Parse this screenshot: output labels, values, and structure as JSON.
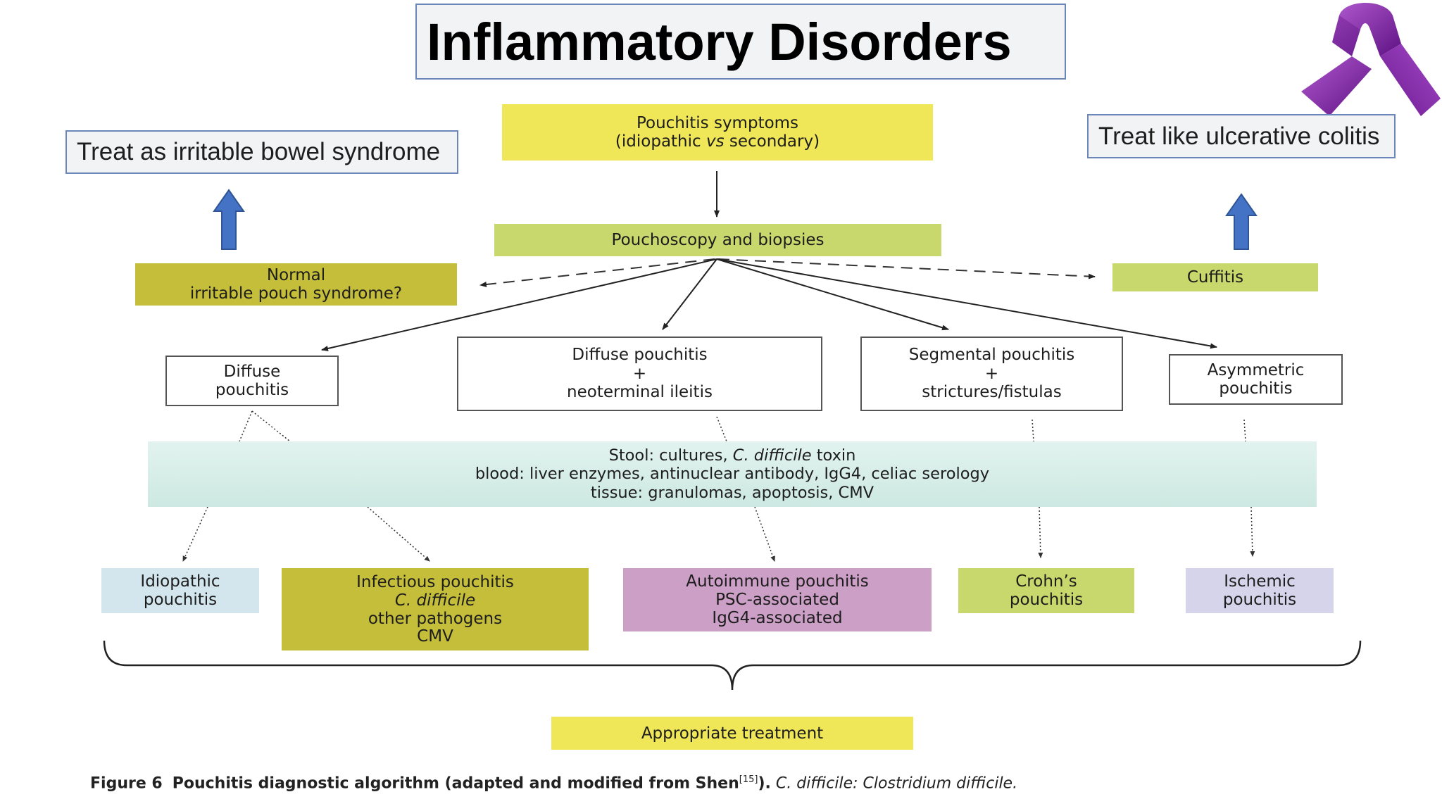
{
  "title": "Inflammatory Disorders",
  "callouts": {
    "left": "Treat as irritable bowel syndrome",
    "right": "Treat like ulcerative colitis"
  },
  "nodes": {
    "symptoms": [
      "Pouchitis symptoms",
      "(idiopathic ",
      "vs",
      " secondary)"
    ],
    "pouchoscopy": "Pouchoscopy and biopsies",
    "normal": [
      "Normal",
      "irritable pouch syndrome?"
    ],
    "cuffitis": "Cuffitis",
    "diffuse": [
      "Diffuse",
      "pouchitis"
    ],
    "diffuse_neo": [
      "Diffuse pouchitis",
      "+",
      "neoterminal ileitis"
    ],
    "segmental": [
      "Segmental pouchitis",
      "+",
      "strictures/fistulas"
    ],
    "asymmetric": [
      "Asymmetric",
      "pouchitis"
    ],
    "tests": {
      "stool_prefix": "Stool: cultures, ",
      "stool_italic": "C. difficile",
      "stool_suffix": " toxin",
      "blood": "blood: liver enzymes, antinuclear antibody, IgG4, celiac serology",
      "tissue": "tissue: granulomas, apoptosis, CMV"
    },
    "idiopathic": [
      "Idiopathic",
      "pouchitis"
    ],
    "infectious": [
      "Infectious pouchitis",
      "C. difficile",
      "other pathogens",
      "CMV"
    ],
    "autoimmune": [
      "Autoimmune pouchitis",
      "PSC-associated",
      "IgG4-associated"
    ],
    "crohns": [
      "Crohn’s",
      "pouchitis"
    ],
    "ischemic": [
      "Ischemic",
      "pouchitis"
    ],
    "treatment": "Appropriate treatment"
  },
  "caption": {
    "label": "Figure 6",
    "text": "Pouchitis diagnostic algorithm (adapted and modified from Shen",
    "ref": "[15]",
    "close": ").",
    "italic": "C. difficile: Clostridium difficile."
  },
  "colors": {
    "yellow": "#efe758",
    "lime": "#c8d86c",
    "olive": "#c5be3a",
    "light_blue": "#d3e6ee",
    "pink": "#cc9fc6",
    "lavender": "#d6d4ea",
    "arrow_blue": "#4472c4",
    "ribbon_purple": "#7a1fa2"
  },
  "icons": [
    "up-arrow-icon",
    "awareness-ribbon-icon"
  ]
}
